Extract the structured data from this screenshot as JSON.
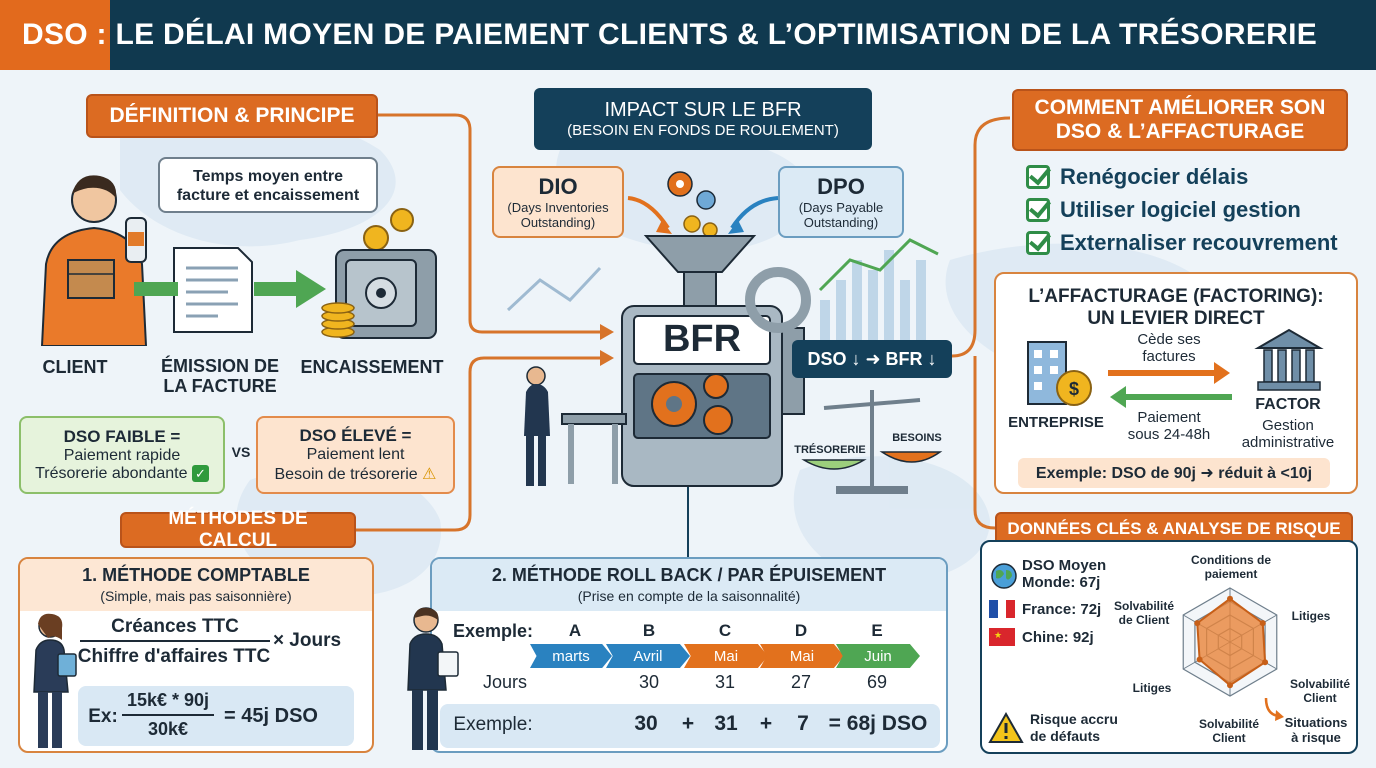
{
  "title": "DSO : LE DÉLAI MOYEN DE PAIEMENT CLIENTS & L’OPTIMISATION DE LA TRÉSORERIE",
  "colors": {
    "navy": "#10394f",
    "orange": "#dc6b22",
    "green": "#2f8d47",
    "blue": "#2a82c0"
  },
  "definition": {
    "label": "DÉFINITION & PRINCIPE",
    "callout": [
      "Temps moyen entre",
      "facture et encaissement"
    ],
    "client": "CLIENT",
    "emission": [
      "ÉMISSION DE",
      "LA FACTURE"
    ],
    "encaissement": "ENCAISSEMENT",
    "dso_faible": {
      "title": "DSO FAIBLE =",
      "line1": "Paiement rapide",
      "line2": "Trésorerie abondante",
      "icon": "check-icon"
    },
    "vs": "VS",
    "dso_eleve": {
      "title": "DSO ÉLEVÉ =",
      "line1": "Paiement lent",
      "line2": "Besoin de trésorerie",
      "icon": "warning-icon"
    }
  },
  "methodes_label": "MÉTHODES DE CALCUL",
  "methode1": {
    "title": "1. MÉTHODE COMPTABLE",
    "subtitle": "(Simple, mais pas saisonnière)",
    "numerator": "Créances TTC",
    "denominator": "Chiffre d'affaires TTC",
    "multiplier": "× Jours",
    "ex_label": "Ex:",
    "ex_num": "15k€ * 90j",
    "ex_den": "30k€",
    "ex_result": "= 45j DSO"
  },
  "methode2": {
    "title": "2. MÉTHODE ROLL BACK / PAR ÉPUISEMENT",
    "subtitle": "(Prise en compte de la saisonnalité)",
    "exemple_label": "Exemple:",
    "letters": [
      "A",
      "B",
      "C",
      "D",
      "E"
    ],
    "months": [
      "marts",
      "Avril",
      "Mai",
      "Mai",
      "Juin"
    ],
    "jours_label": "Jours",
    "jours": [
      "30",
      "31",
      "27",
      "69"
    ],
    "sum_label": "Exemple:",
    "sum": [
      "30",
      "+",
      "31",
      "+",
      "7",
      "= 68j DSO"
    ]
  },
  "bfr": {
    "header_title": "IMPACT SUR LE BFR",
    "header_sub": "(BESOIN EN FONDS DE ROULEMENT)",
    "dio": {
      "title": "DIO",
      "sub1": "(Days Inventories",
      "sub2": "Outstanding)"
    },
    "dpo": {
      "title": "DPO",
      "sub1": "(Days Payable",
      "sub2": "Outstanding)"
    },
    "machine_label": "BFR",
    "relation": "DSO ↓ ➜ BFR ↓",
    "tresorerie": "TRÉSORERIE",
    "besoins": "BESOINS"
  },
  "ameliorer": {
    "label": [
      "COMMENT AMÉLIORER SON",
      "DSO & L’AFFACTURAGE"
    ],
    "items": [
      "Renégocier délais",
      "Utiliser logiciel gestion",
      "Externaliser recouvrement"
    ]
  },
  "affacturage": {
    "title": [
      "L’AFFACTURAGE (FACTORING):",
      "UN LEVIER DIRECT"
    ],
    "entreprise": "ENTREPRISE",
    "factor": "FACTOR",
    "cede": [
      "Cède ses",
      "factures"
    ],
    "paiement": [
      "Paiement",
      "sous 24-48h"
    ],
    "gestion": [
      "Gestion",
      "administrative"
    ],
    "exemple": "Exemple: DSO de 90j ➜ réduit à <10j"
  },
  "donnees": {
    "label": "DONNÉES CLÉS & ANALYSE DE RISQUE",
    "world": [
      "DSO Moyen",
      "Monde: 67j"
    ],
    "france": "France: 72j",
    "chine": "Chine: 92j",
    "risque": [
      "Risque accru",
      "de défauts"
    ],
    "radar_labels": {
      "top": [
        "Conditions de",
        "paiement"
      ],
      "right_top": "Litiges",
      "right_bottom": [
        "Solvabilité",
        "Client"
      ],
      "bottom": [
        "Solvabilité",
        "Client"
      ],
      "left_bottom": "Litiges",
      "left_top": [
        "Solvabilité",
        "de Client"
      ],
      "situations": [
        "Situations",
        "à risque"
      ]
    },
    "radar_values": [
      0.8,
      0.7,
      0.75,
      0.8,
      0.65,
      0.7
    ]
  }
}
